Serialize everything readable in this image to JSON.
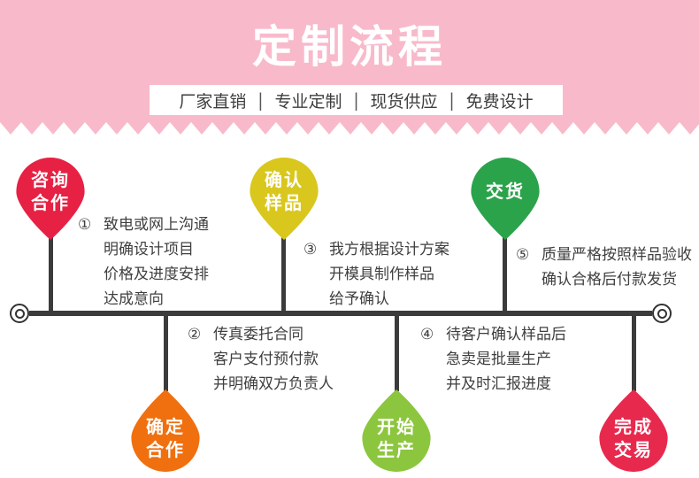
{
  "header": {
    "title": "定制流程",
    "title_color": "#FFFFFF",
    "bg_color": "#F8BACB",
    "subtitle": {
      "separator": "|",
      "items": [
        "厂家直销",
        "专业定制",
        "现货供应",
        "免费设计"
      ]
    }
  },
  "flow": {
    "line_color": "#3B3B3B",
    "text_color": "#3F3F3F",
    "balloons": [
      {
        "name": "consult-cooperation",
        "position": "top",
        "color": "#E62144",
        "line1": "咨询",
        "line2": "合作"
      },
      {
        "name": "confirm-sample",
        "position": "top",
        "color": "#D9C71E",
        "line1": "确认",
        "line2": "样品"
      },
      {
        "name": "delivery",
        "position": "top",
        "color": "#2BA34B",
        "line1": "交货",
        "line2": ""
      },
      {
        "name": "confirm-cooperation",
        "position": "bottom",
        "color": "#F0700F",
        "line1": "确定",
        "line2": "合作"
      },
      {
        "name": "start-production",
        "position": "bottom",
        "color": "#8CC63F",
        "line1": "开始",
        "line2": "生产"
      },
      {
        "name": "complete-transaction",
        "position": "bottom",
        "color": "#E8294E",
        "line1": "完成",
        "line2": "交易"
      }
    ],
    "steps": [
      {
        "num": "①",
        "lines": [
          "致电或网上沟通",
          "明确设计项目",
          "价格及进度安排",
          "达成意向"
        ]
      },
      {
        "num": "②",
        "lines": [
          "传真委托合同",
          "客户支付预付款",
          "并明确双方负责人"
        ]
      },
      {
        "num": "③",
        "lines": [
          "我方根据设计方案",
          "开模具制作样品",
          "给予确认"
        ]
      },
      {
        "num": "④",
        "lines": [
          "待客户确认样品后",
          "急卖是批量生产",
          "并及时汇报进度"
        ]
      },
      {
        "num": "⑤",
        "lines": [
          "质量严格按照样品验收",
          "确认合格后付款发货"
        ]
      }
    ]
  }
}
